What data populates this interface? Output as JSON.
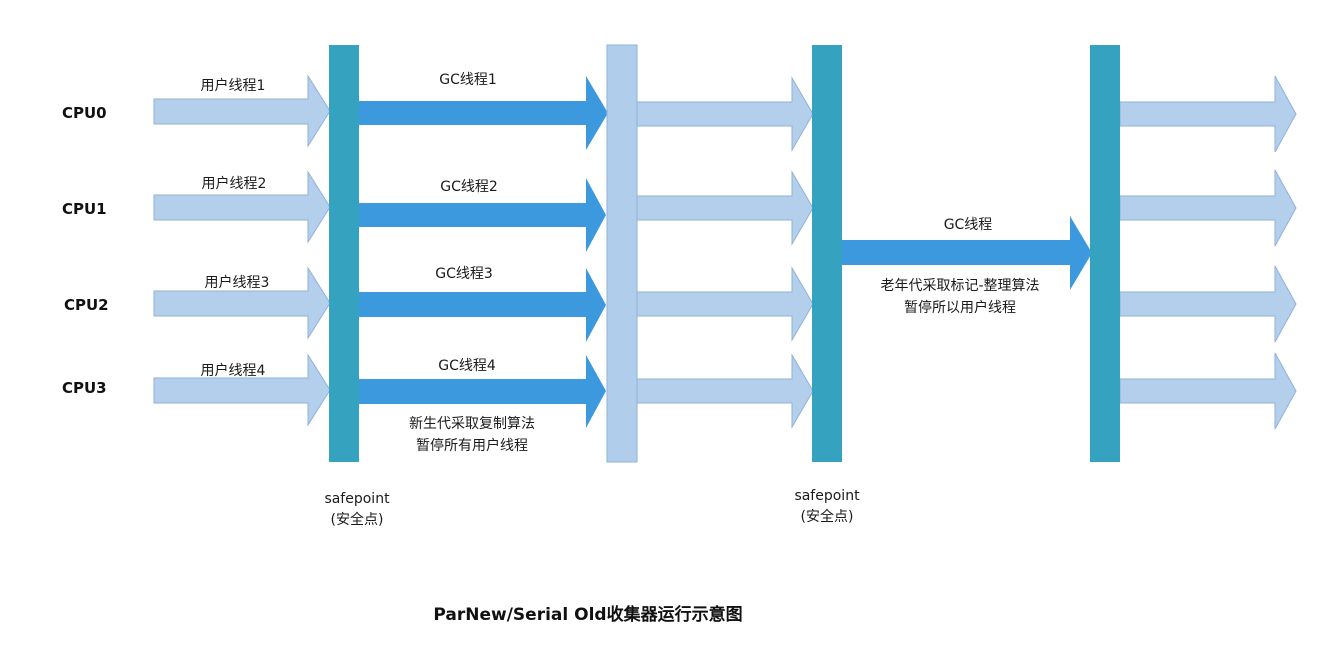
{
  "colors": {
    "light_arrow_fill": "#b4cfec",
    "light_arrow_stroke": "#8fb2d9",
    "gc_arrow_fill": "#3d99dd",
    "safepoint_bar": "#35a3c0",
    "light_bar": "#b0cdec",
    "text": "#1a1a1a"
  },
  "cpus": [
    "CPU0",
    "CPU1",
    "CPU2",
    "CPU3"
  ],
  "user_threads": [
    "用户线程1",
    "用户线程2",
    "用户线程3",
    "用户线程4"
  ],
  "gc_threads": [
    "GC线程1",
    "GC线程2",
    "GC线程3",
    "GC线程4"
  ],
  "young_gc_note": [
    "新生代采取复制算法",
    "暂停所有用户线程"
  ],
  "old_gc": {
    "label": "GC线程",
    "note": [
      "老年代采取标记-整理算法",
      "暂停所以用户线程"
    ]
  },
  "safepoints": [
    {
      "line1": "safepoint",
      "line2": "(安全点)"
    },
    {
      "line1": "safepoint",
      "line2": "(安全点)"
    }
  ],
  "title": "ParNew/Serial Old收集器运行示意图"
}
